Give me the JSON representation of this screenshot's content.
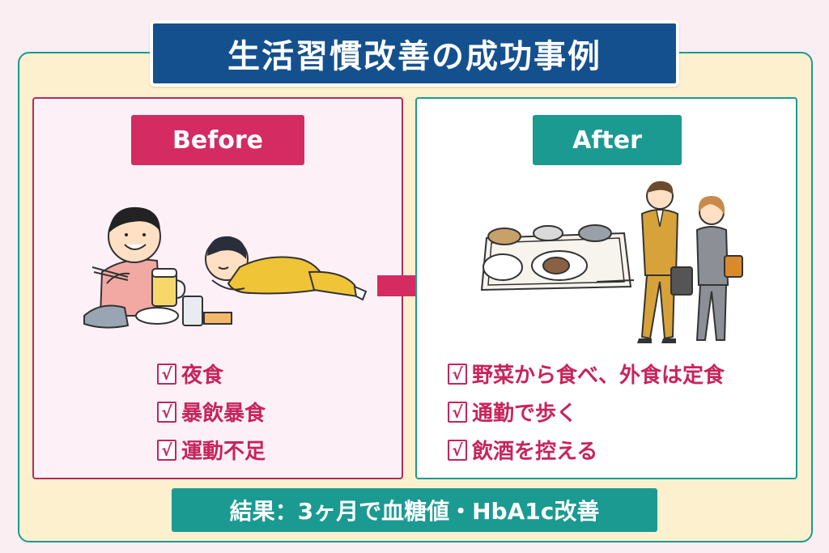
{
  "title": "生活習慣改善の成功事例",
  "before": {
    "label": "Before",
    "items": [
      "夜食",
      "暴飲暴食",
      "運動不足"
    ]
  },
  "after": {
    "label": "After",
    "items": [
      "野菜から食べ、外食は定食",
      "通勤で歩く",
      "飲酒を控える"
    ]
  },
  "check_mark": "√",
  "result": "結果：3ヶ月で血糖値・HbA1c改善",
  "colors": {
    "title_bg": "#15508e",
    "before_accent": "#d42b63",
    "after_accent": "#1b9a92",
    "frame_bg": "#fdf0cf",
    "page_bg": "#fbeef3"
  },
  "icons": [
    "eating-man-illustration",
    "lying-man-illustration",
    "arrow-right-icon",
    "meal-tray-illustration",
    "walking-couple-illustration"
  ]
}
